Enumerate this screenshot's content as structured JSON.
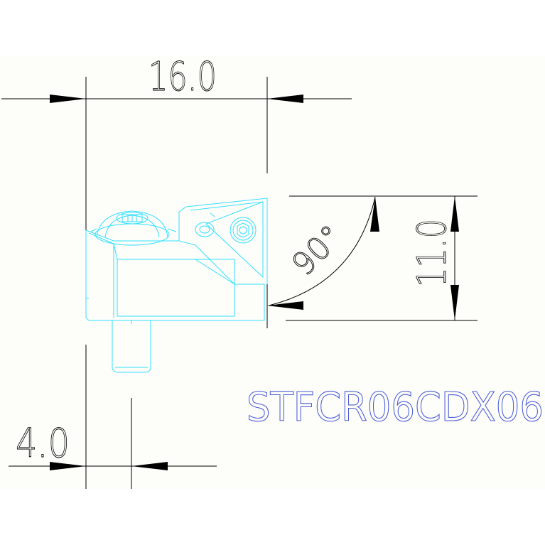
{
  "dimensions": {
    "width": "16.0",
    "height": "11.0",
    "angle": "90°",
    "offset": "4.0"
  },
  "part_number": "STFCR06CDX06",
  "colors": {
    "background": "#fdfdf9",
    "dimension_lines": "#000000",
    "tool_outline": "#33e0ff",
    "part_number": "#4b5bd6"
  }
}
